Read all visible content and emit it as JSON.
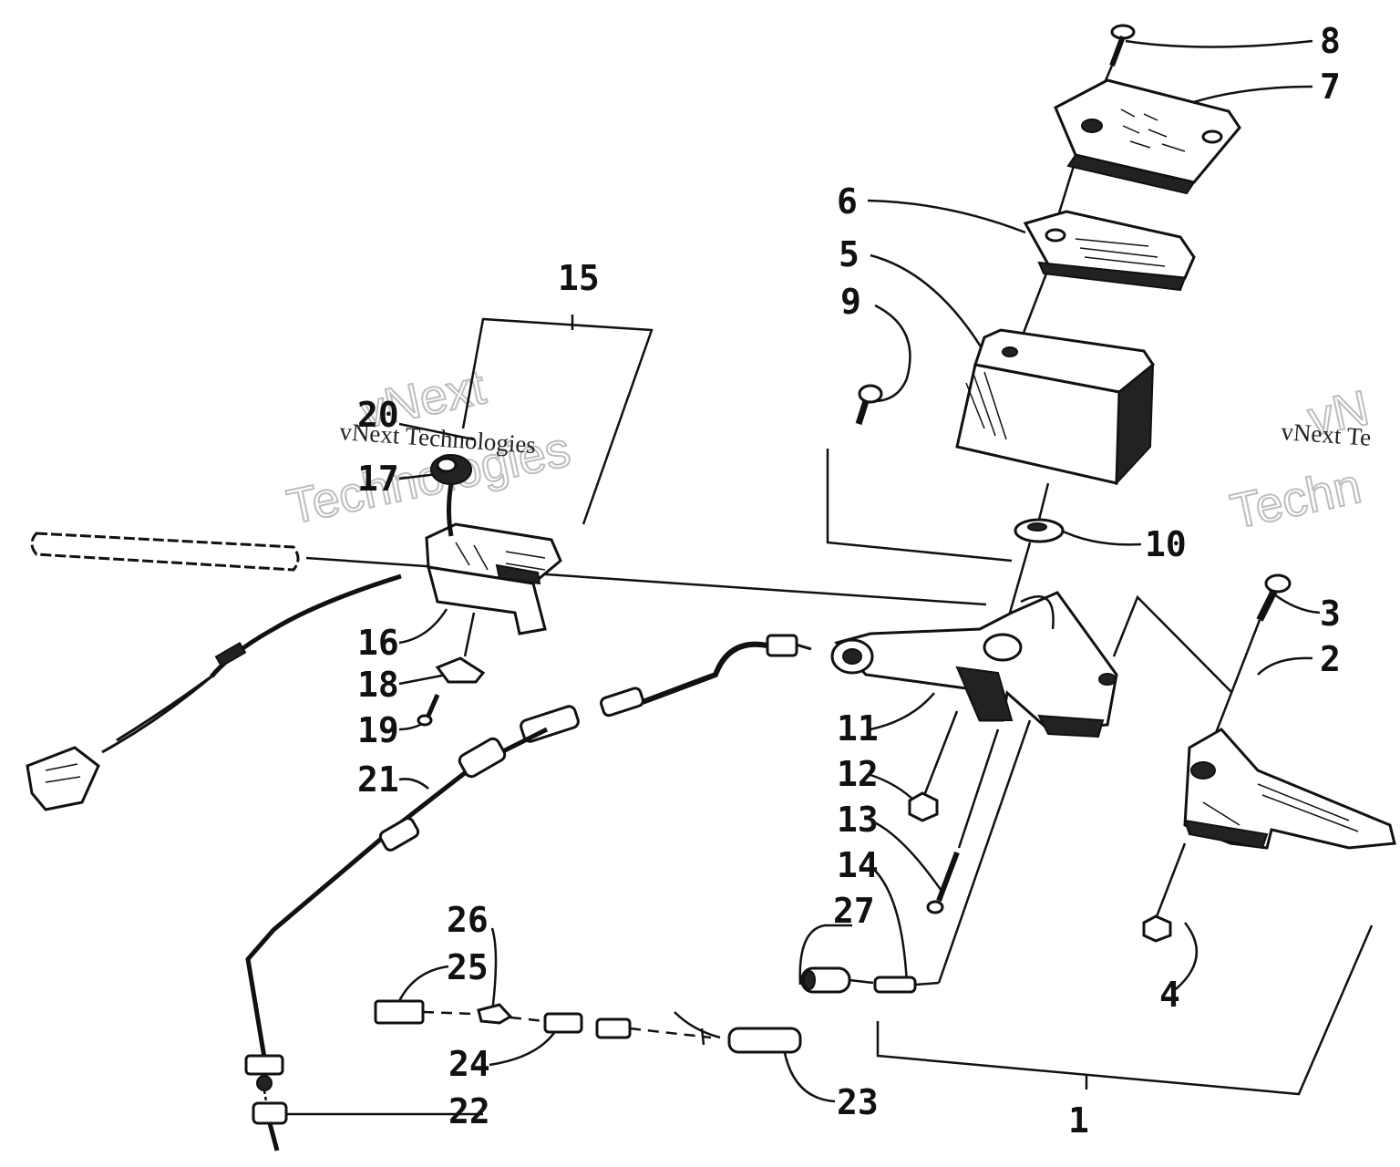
{
  "callouts": [
    "1",
    "2",
    "3",
    "4",
    "5",
    "6",
    "7",
    "8",
    "9",
    "10",
    "11",
    "12",
    "13",
    "14",
    "15",
    "16",
    "17",
    "18",
    "19",
    "20",
    "21",
    "22",
    "23",
    "24",
    "25",
    "26",
    "27"
  ],
  "watermark": {
    "line1": "vNext",
    "line2": "Technologies",
    "small": "vNext Technologies",
    "small_partial": "vNext Te",
    "big_partial_1": "vN",
    "big_partial_2": "Techn"
  },
  "colors": {
    "ink": "#111111",
    "watermark": "#bdbdbd",
    "paper": "#ffffff"
  }
}
